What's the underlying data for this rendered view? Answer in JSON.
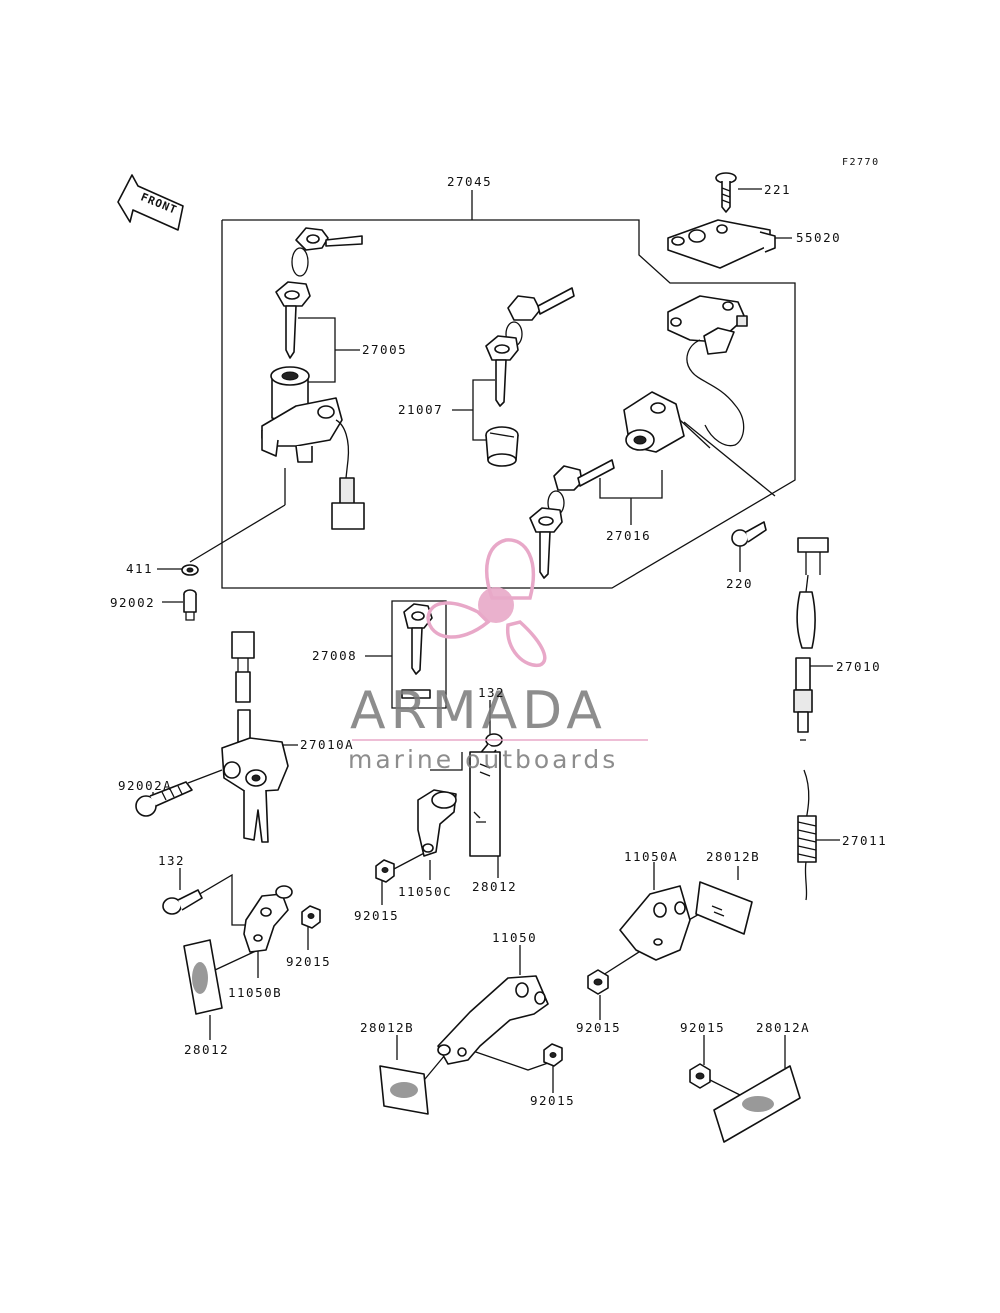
{
  "figure_code": "F2770",
  "front_label": "FRONT",
  "watermark": {
    "brand": "ARMADA",
    "tagline": "marine outboards",
    "accent_color": "#e8a8c8",
    "text_color": "#7a7a7a"
  },
  "callouts": {
    "p27045": "27045",
    "p221": "221",
    "p55020": "55020",
    "p27005": "27005",
    "p21007": "21007",
    "p27016": "27016",
    "p220": "220",
    "p411": "411",
    "p92002": "92002",
    "p27008": "27008",
    "p27010": "27010",
    "p27010A": "27010A",
    "p92002A": "92002A",
    "p132a": "132",
    "p132b": "132",
    "p11050C": "11050C",
    "p28012a": "28012",
    "p92015a": "92015",
    "p27011": "27011",
    "p11050A": "11050A",
    "p28012B_a": "28012B",
    "p92015b": "92015",
    "p11050B": "11050B",
    "p28012b": "28012",
    "p11050": "11050",
    "p92015c": "92015",
    "p28012B_b": "28012B",
    "p92015d": "92015",
    "p92015e": "92015",
    "p28012A": "28012A"
  }
}
